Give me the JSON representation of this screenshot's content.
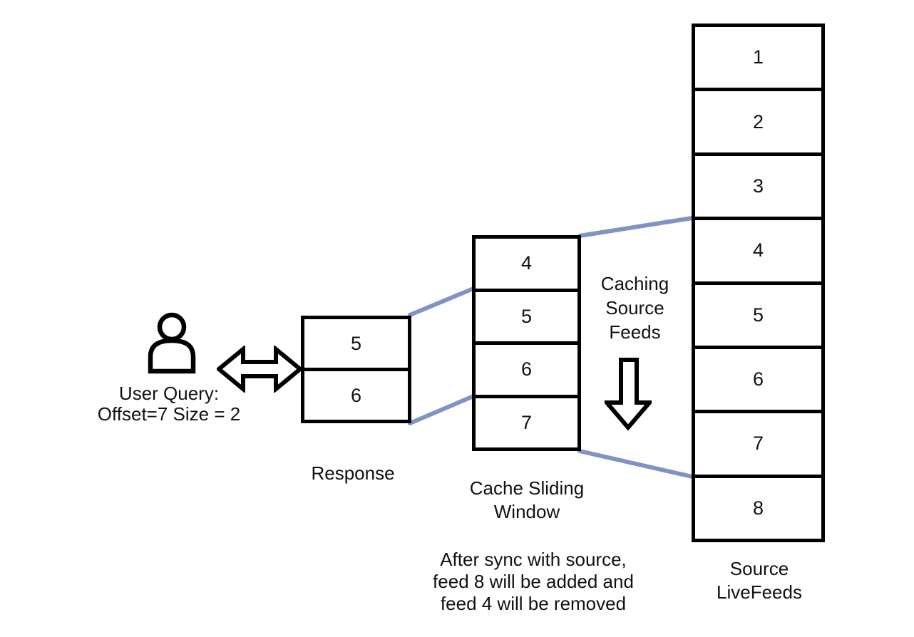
{
  "user": {
    "query_lines": [
      "User Query:",
      "Offset=7 Size = 2"
    ]
  },
  "response": {
    "cells": [
      "5",
      "6"
    ],
    "label": "Response"
  },
  "cache": {
    "cells": [
      "4",
      "5",
      "6",
      "7"
    ],
    "label_lines": [
      "Cache Sliding",
      "Window"
    ]
  },
  "caching_flow": {
    "label_lines": [
      "Caching",
      "Source",
      "Feeds"
    ]
  },
  "source": {
    "cells": [
      "1",
      "2",
      "3",
      "4",
      "5",
      "6",
      "7",
      "8"
    ],
    "label_lines": [
      "Source",
      "LiveFeeds"
    ]
  },
  "note_lines": [
    "After sync with source,",
    "feed 8 will be added and",
    "feed 4 will be removed"
  ],
  "colors": {
    "connector": "#8093c4",
    "stroke": "#000000",
    "text": "#111111",
    "background": "#ffffff"
  }
}
